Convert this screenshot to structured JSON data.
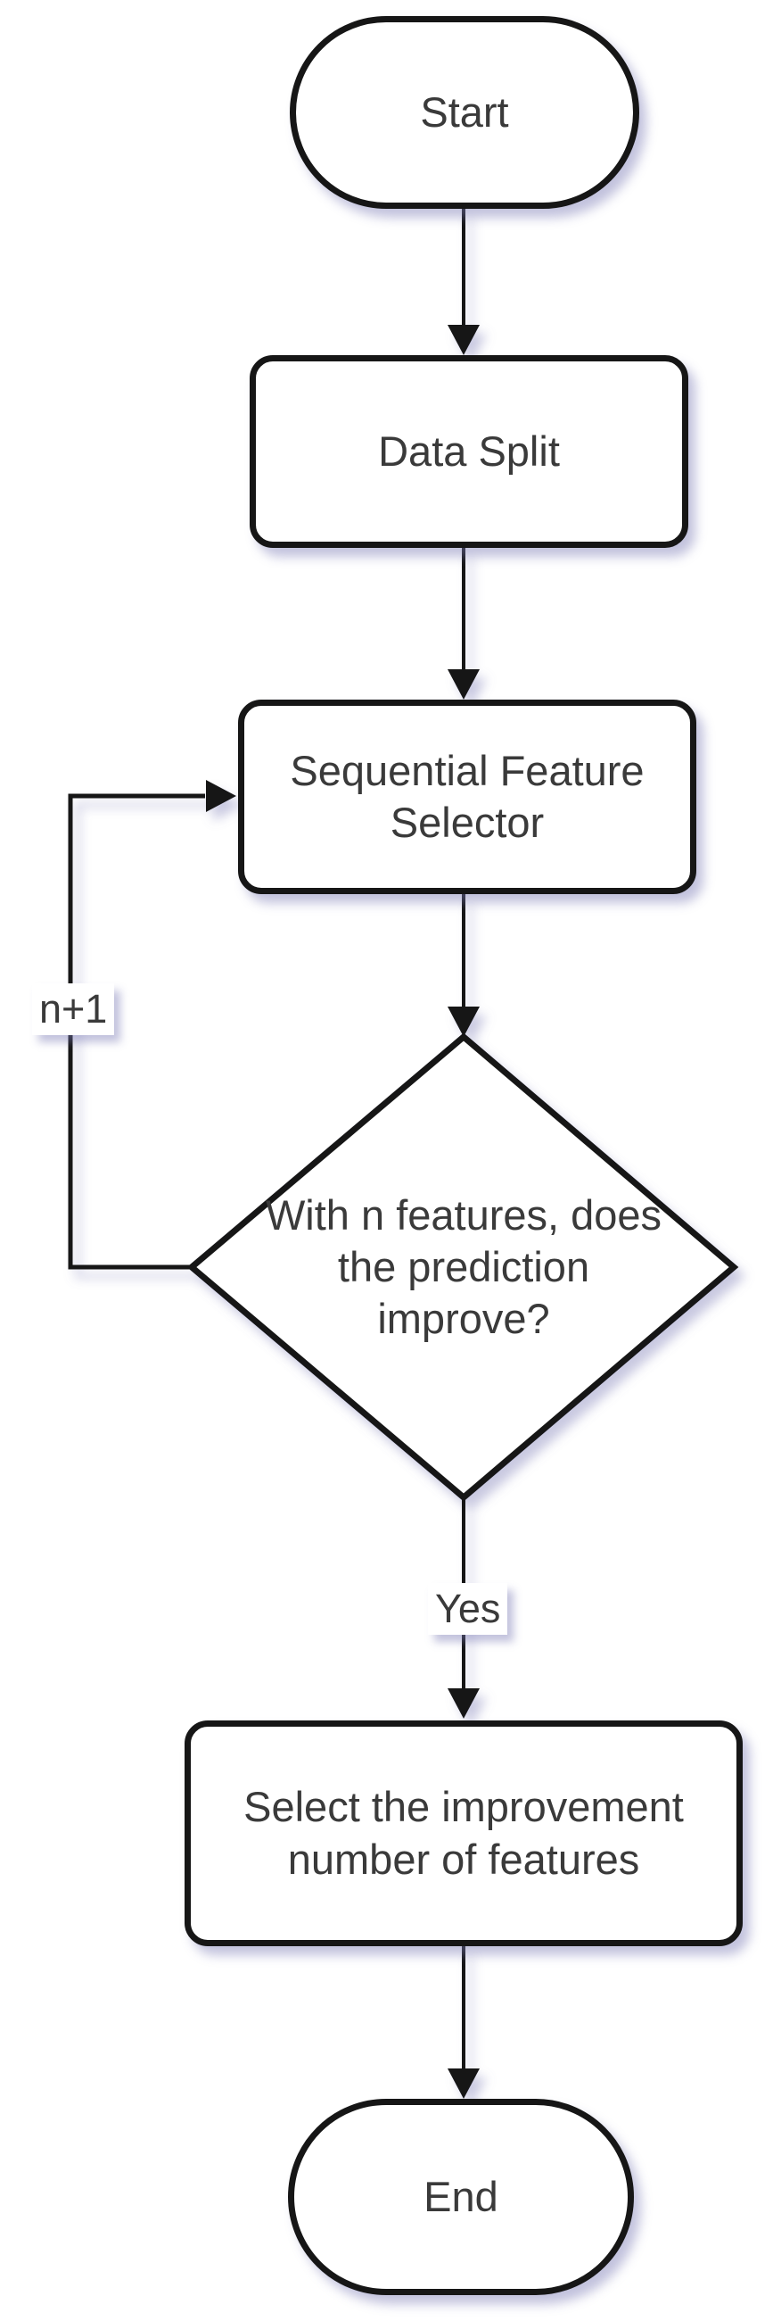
{
  "colors": {
    "background": "#ffffff",
    "node_fill": "#ffffff",
    "stroke": "#161616",
    "text": "#3a3a3a",
    "shadow": "#7878b4"
  },
  "nodes": [
    {
      "id": "start",
      "type": "terminator",
      "label": "Start"
    },
    {
      "id": "data-split",
      "type": "process",
      "label": "Data Split"
    },
    {
      "id": "sequential-feature-selector",
      "type": "process",
      "label": "Sequential Feature Selector"
    },
    {
      "id": "decision",
      "type": "decision",
      "label": "With n features, does the prediction improve?"
    },
    {
      "id": "select-improvement",
      "type": "process",
      "label": "Select the improvement number of features"
    },
    {
      "id": "end",
      "type": "terminator",
      "label": "End"
    }
  ],
  "edges": [
    {
      "from": "start",
      "to": "data-split",
      "label": ""
    },
    {
      "from": "data-split",
      "to": "sequential-feature-selector",
      "label": ""
    },
    {
      "from": "sequential-feature-selector",
      "to": "decision",
      "label": ""
    },
    {
      "from": "decision",
      "to": "select-improvement",
      "label": "Yes"
    },
    {
      "from": "select-improvement",
      "to": "end",
      "label": ""
    },
    {
      "from": "decision",
      "to": "sequential-feature-selector",
      "label": "n+1"
    }
  ]
}
